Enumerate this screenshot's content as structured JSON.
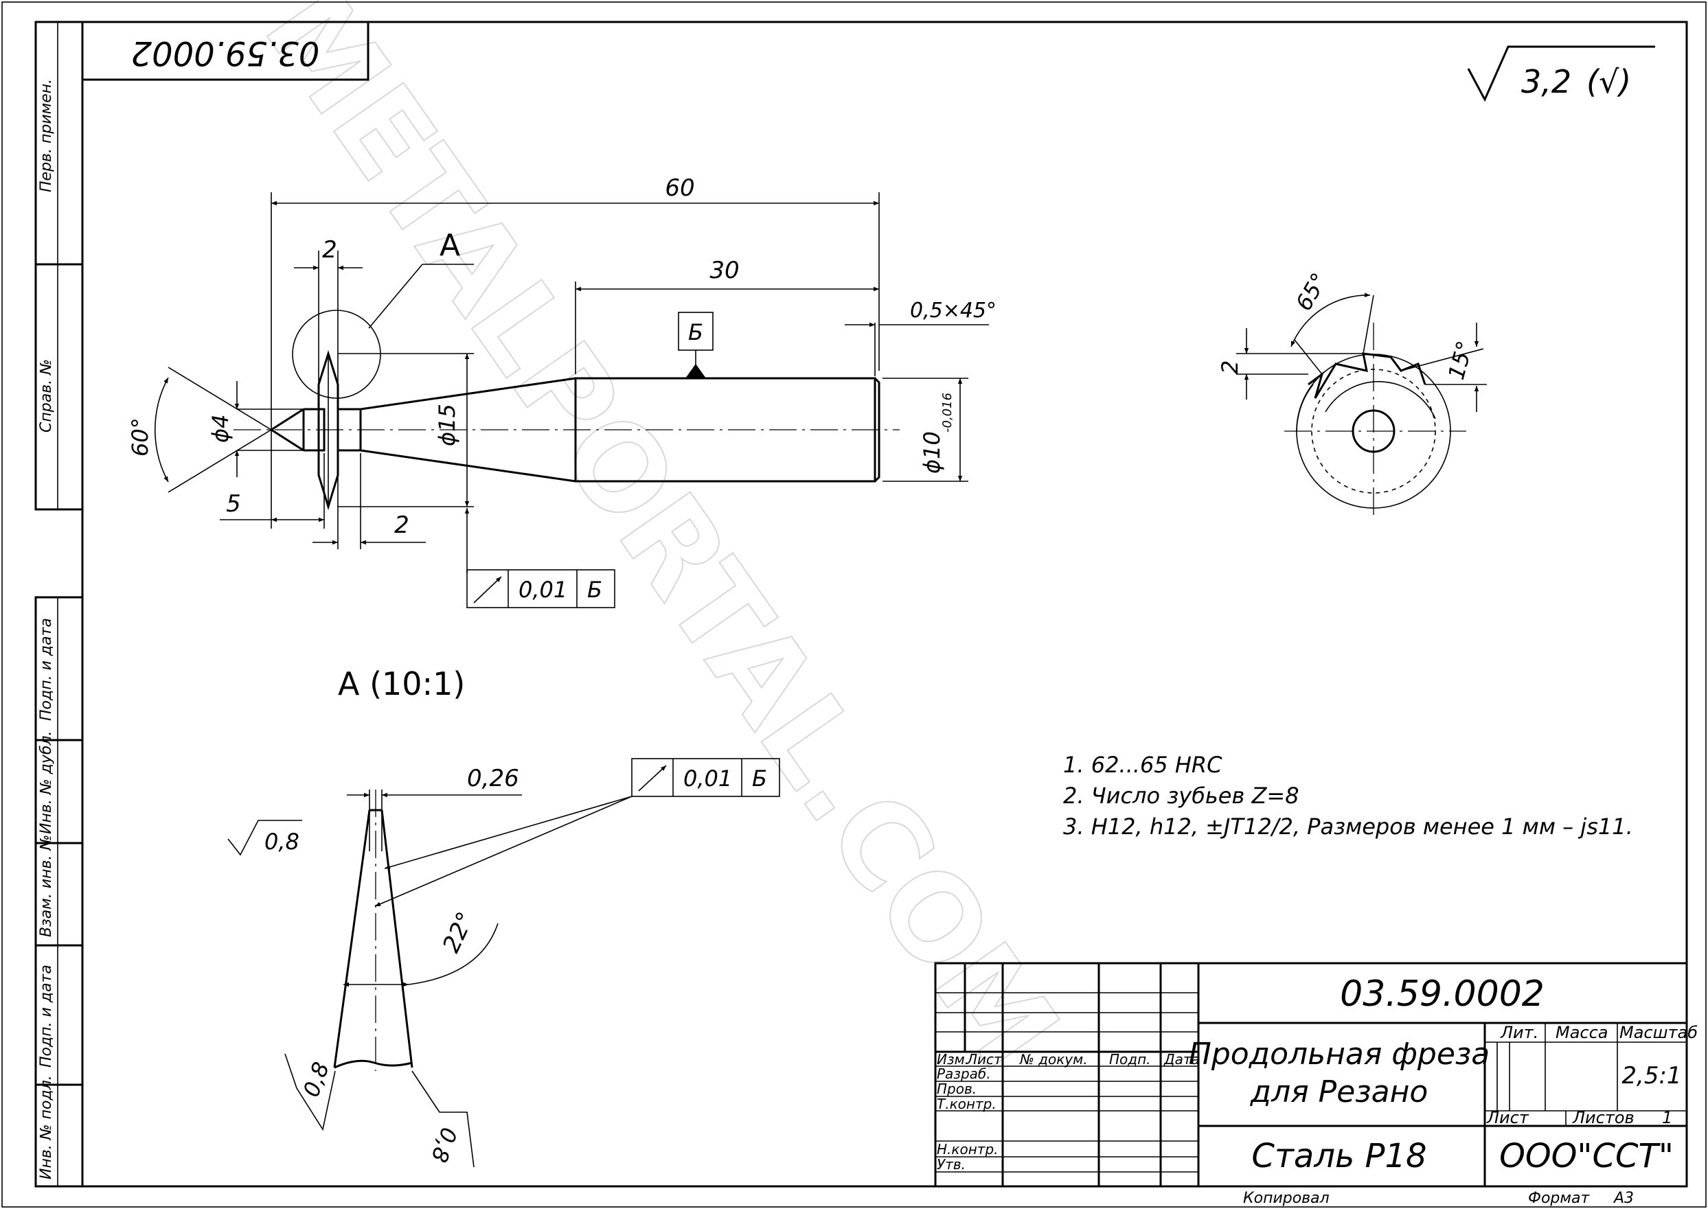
{
  "doc_number": "03.59.0002",
  "doc_number_top": "03.59.0002",
  "roughness": {
    "general": "3,2",
    "general_paren": "(√)",
    "detail": "0,8"
  },
  "watermark": "METALPORTAL.COM",
  "view_a_label": "A",
  "view_a_title": "A (10:1)",
  "datum_label": "Б",
  "dims": {
    "d60": "60",
    "d30": "30",
    "d2a": "2",
    "d2b": "2",
    "d5": "5",
    "chamfer": "0,5×45°",
    "phi4": "ϕ4",
    "phi15": "ϕ15",
    "phi10": "ϕ10",
    "phi10_tol": "-0,016",
    "ang60": "60°",
    "ang65": "65°",
    "ang15": "15°",
    "d2side": "2",
    "d026": "0,26",
    "ang22": "22°",
    "rough08a": "0,8",
    "rough08b": "0,8"
  },
  "tolerance_frames": [
    {
      "symbol": "↗",
      "value": "0,01",
      "datum": "Б"
    },
    {
      "symbol": "↗",
      "value": "0,01",
      "datum": "Б"
    }
  ],
  "notes": [
    "1. 62...65 HRC",
    "2. Число зубьев Z=8",
    "3. H12, h12, ±JT12/2, Размеров менее 1 мм – js11."
  ],
  "side_labels": {
    "perv": "Перв. примен.",
    "sprav": "Справ. №",
    "podp1": "Подп. и дата",
    "inv_dubl": "Инв. № дубл.",
    "vzam": "Взам. инв. №",
    "podp2": "Подп. и дата",
    "inv_podl": "Инв. № подл."
  },
  "title_block": {
    "doc_number": "03.59.0002",
    "name_line1": "Продольная фреза",
    "name_line2": "для Резано",
    "material": "Сталь Р18",
    "company": "ООО\"ССТ\"",
    "lit": "Лит.",
    "massa": "Масса",
    "masshtab": "Масштаб",
    "scale": "2,5:1",
    "list": "Лист",
    "listov": "Листов",
    "listov_num": "1",
    "izm": "Изм.",
    "list_col": "Лист",
    "ndokum": "№ докум.",
    "podp": "Подп.",
    "data": "Дата",
    "razrab": "Разраб.",
    "prov": "Пров.",
    "tkontr": "Т.контр.",
    "nkontr": "Н.контр.",
    "utv": "Утв.",
    "kopiroval": "Копировал",
    "format_label": "Формат",
    "format": "А3"
  }
}
